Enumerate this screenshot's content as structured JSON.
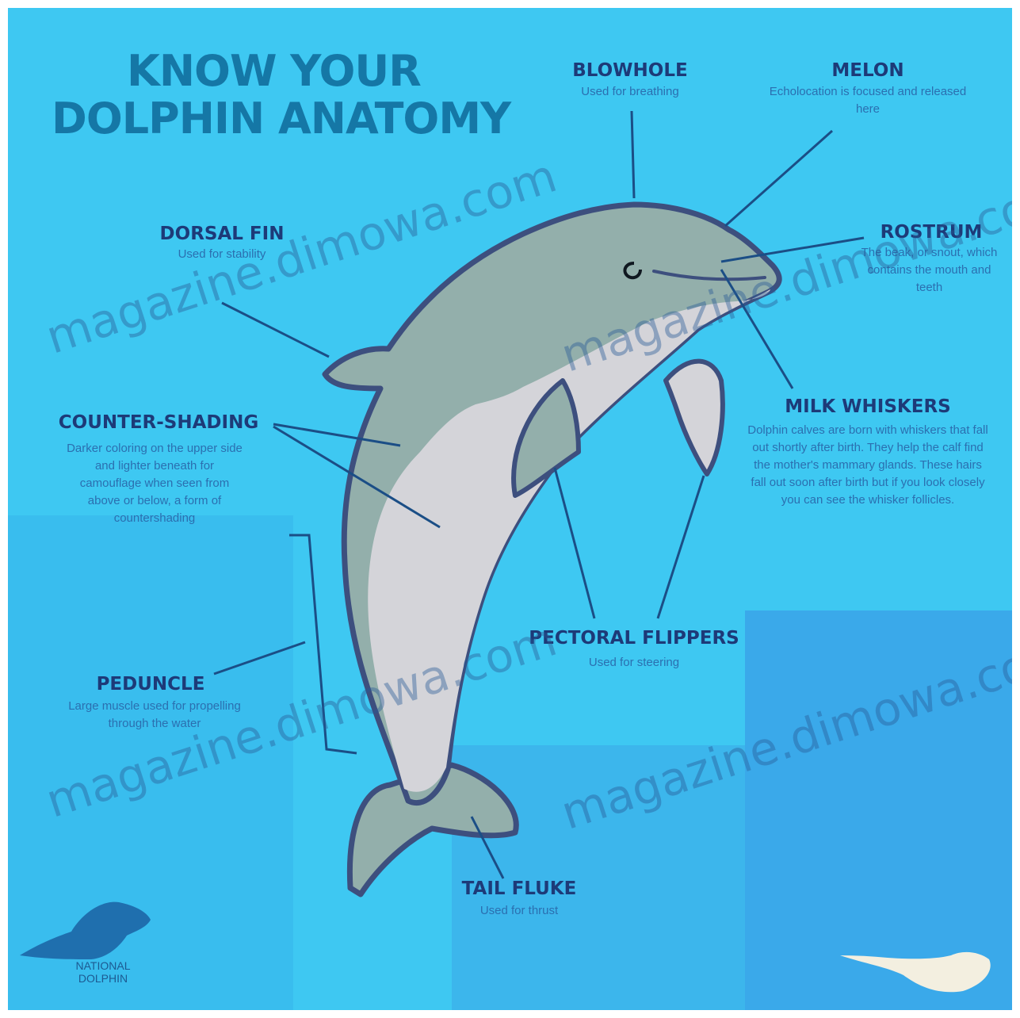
{
  "title": {
    "line1": "KNOW YOUR",
    "line2": "DOLPHIN ANATOMY"
  },
  "labels": {
    "blowhole": {
      "name": "BLOWHOLE",
      "desc": "Used for breathing"
    },
    "melon": {
      "name": "MELON",
      "desc": "Echolocation is focused and released here"
    },
    "rostrum": {
      "name": "ROSTRUM",
      "desc": "The beak, or snout, which contains the mouth and teeth"
    },
    "dorsal_fin": {
      "name": "DORSAL FIN",
      "desc": "Used for stability"
    },
    "counter_shading": {
      "name": "COUNTER-SHADING",
      "desc": "Darker coloring on the upper side and lighter beneath for camouflage when seen from above or below, a form of countershading"
    },
    "milk_whiskers": {
      "name": "MILK WHISKERS",
      "desc": "Dolphin calves are born with whiskers that fall out shortly after birth. They help the calf find the mother's mammary glands. These hairs fall out soon after birth but if you look closely you can see the whisker follicles."
    },
    "pectoral_flippers": {
      "name": "PECTORAL FLIPPERS",
      "desc": "Used for steering"
    },
    "peduncle": {
      "name": "PEDUNCLE",
      "desc": "Large muscle used for propelling through the water"
    },
    "tail_fluke": {
      "name": "TAIL FLUKE",
      "desc": "Used for thrust"
    }
  },
  "watermark": "magazine.dimowa.com",
  "brand": {
    "line1": "NATIONAL",
    "line2": "DOLPHIN"
  },
  "colors": {
    "background": "#3ec8f2",
    "title": "#1577a6",
    "label": "#1d3a78",
    "description": "#2b6fb0",
    "dolphin_back": "#93afab",
    "dolphin_belly": "#d4d4d9",
    "outline": "#3d4f7e"
  }
}
